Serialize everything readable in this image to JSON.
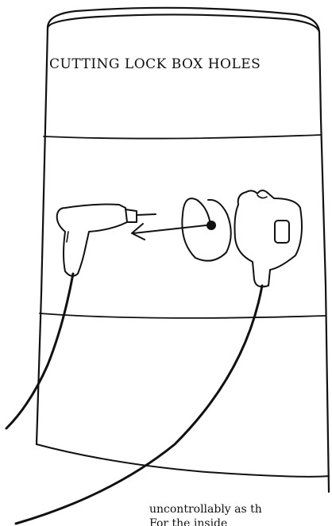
{
  "drum": {
    "title": "Cutting Lock Box Holes"
  },
  "footer": {
    "line1": "uncontrollably as th",
    "line2": "For the inside"
  },
  "icons": [
    "drill-icon",
    "reciprocating-saw-icon",
    "lock-box-hole-icon",
    "arrow-left-icon"
  ],
  "colors": {
    "ink": "#111111",
    "paper": "#ffffff"
  }
}
